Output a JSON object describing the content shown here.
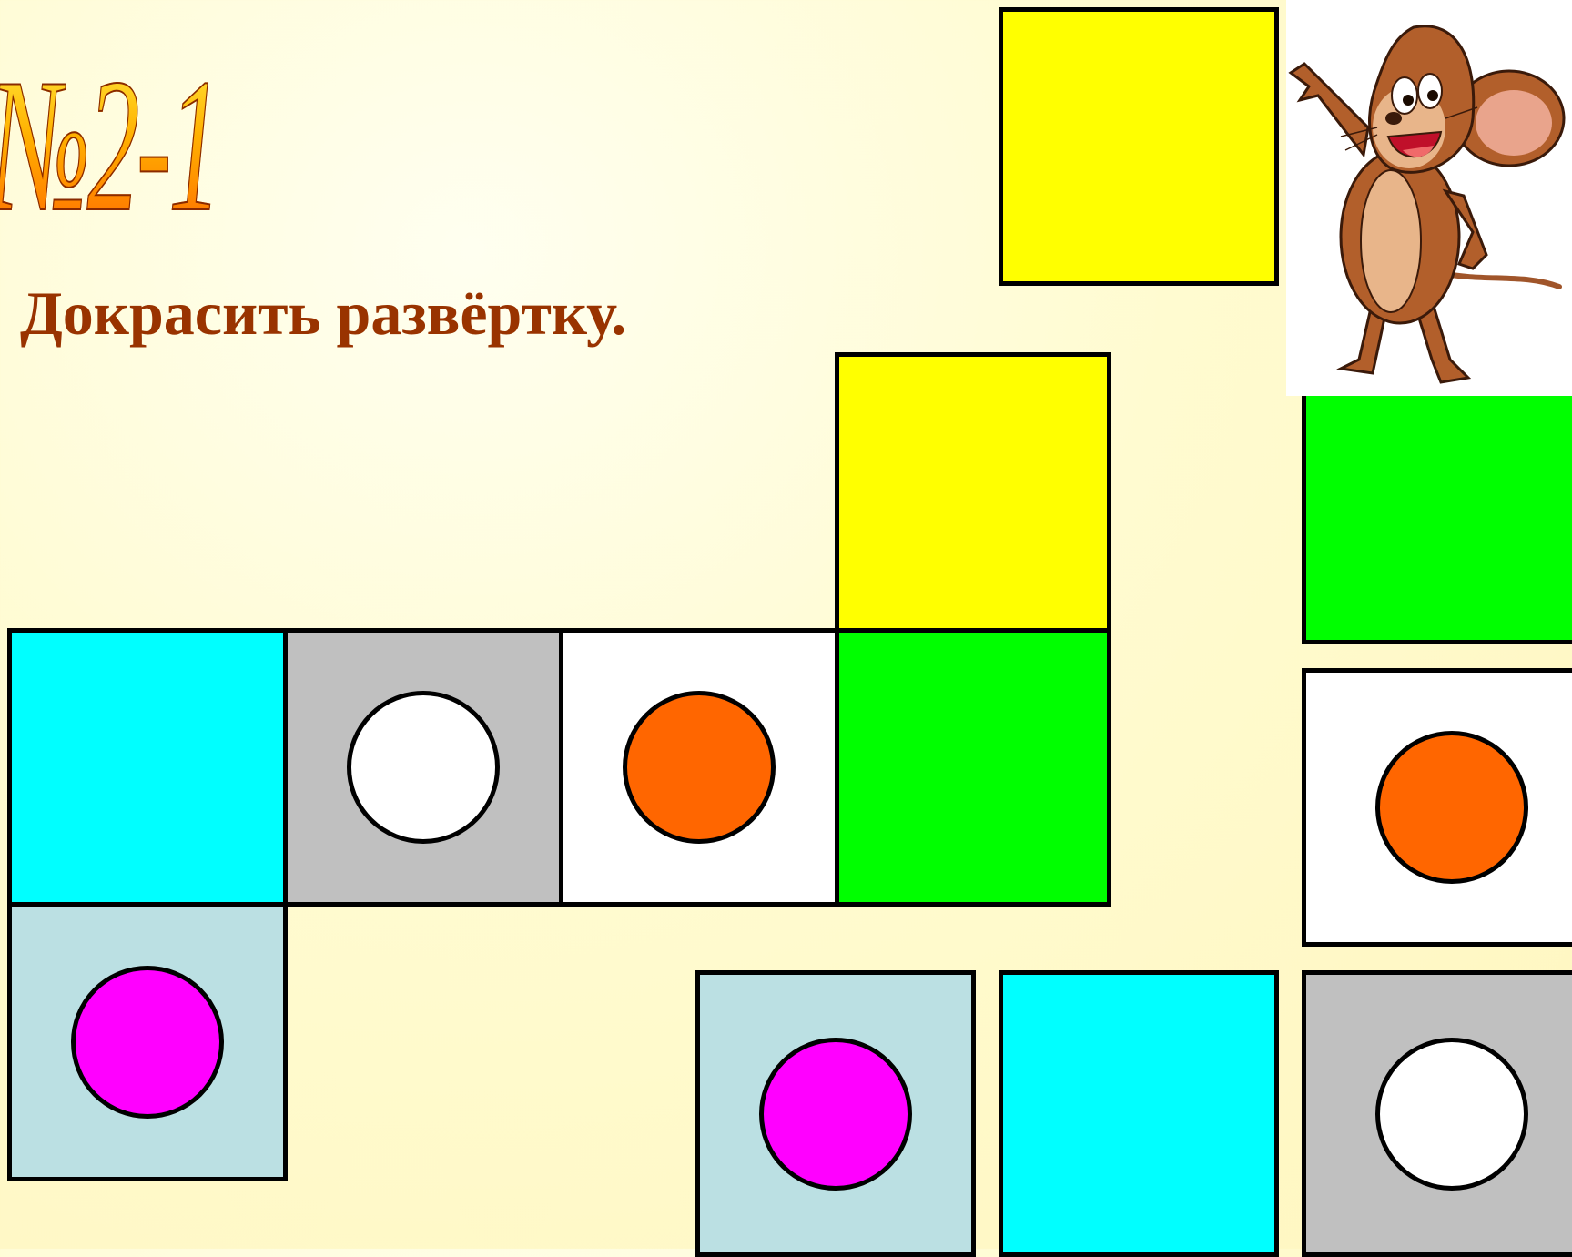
{
  "slide": {
    "title": "№2-1",
    "instruction": "Докрасить развёртку."
  },
  "colors": {
    "yellow": "#ffff00",
    "green": "#00ff00",
    "cyan": "#00ffff",
    "gray": "#c0c0c0",
    "white": "#ffffff",
    "light_blue": "#bbe0e3",
    "orange_dot": "#ff6600",
    "magenta_dot": "#ff00ff",
    "white_dot": "#ffffff",
    "title_gradient": [
      "#ffea3a",
      "#ff6a00"
    ],
    "instruction_text": "#993300"
  },
  "net_faces": [
    {
      "face": "cyan"
    },
    {
      "face": "gray",
      "dot": "white"
    },
    {
      "face": "white",
      "dot": "orange"
    },
    {
      "face": "green"
    },
    {
      "face": "yellow"
    },
    {
      "face": "light_blue",
      "dot": "magenta"
    }
  ],
  "loose_pieces": [
    {
      "face": "yellow"
    },
    {
      "face": "green"
    },
    {
      "face": "white",
      "dot": "orange"
    },
    {
      "face": "light_blue",
      "dot": "magenta"
    },
    {
      "face": "cyan"
    },
    {
      "face": "gray",
      "dot": "white"
    }
  ],
  "illustration": "cartoon-mouse"
}
